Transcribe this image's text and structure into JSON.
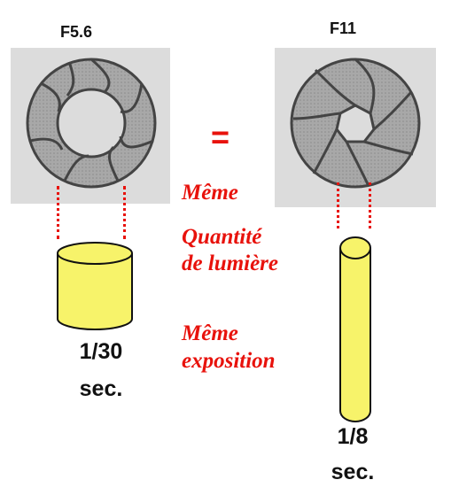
{
  "left": {
    "fstop": "F5.6",
    "time_value": "1/30",
    "time_unit": "sec."
  },
  "right": {
    "fstop": "F11",
    "time_value": "1/8",
    "time_unit": "sec."
  },
  "equals_sign": "=",
  "labels": {
    "same_1": "Même",
    "quantity_1": "Quantité",
    "quantity_2": "de lumière",
    "same_2": "Même",
    "exposure": "exposition"
  },
  "colors": {
    "accent_red": "#e8120c",
    "cylinder_yellow": "#f7f36a",
    "panel_gray": "#dcdcdc",
    "aperture_gray": "#999999"
  },
  "icons": [
    "aperture-icon",
    "light-cylinder-icon"
  ]
}
